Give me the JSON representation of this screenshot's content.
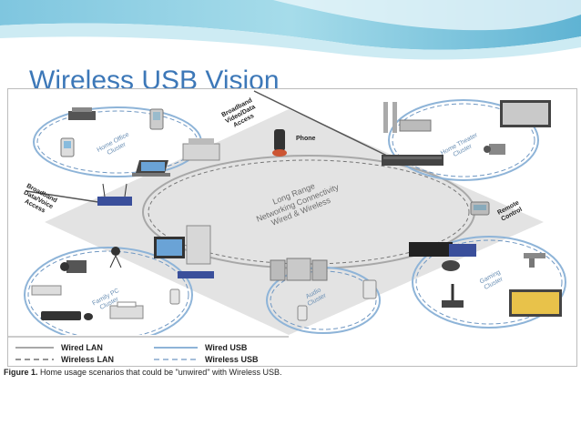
{
  "slide": {
    "title": "Wireless USB Vision"
  },
  "diagram": {
    "center_label_line1": "Long Range",
    "center_label_line2": "Networking Connectivity",
    "center_label_line3": "Wired & Wireless",
    "access_labels": {
      "broadband_video_data_line1": "Broadband",
      "broadband_video_data_line2": "Video/Data",
      "broadband_video_data_line3": "Access",
      "broadband_data_voice_line1": "Broadband",
      "broadband_data_voice_line2": "Data/Voice",
      "broadband_data_voice_line3": "Access"
    },
    "device_labels": {
      "phone": "Phone",
      "remote_control_line1": "Remote",
      "remote_control_line2": "Control"
    },
    "clusters": {
      "home_office_line1": "Home Office",
      "home_office_line2": "Cluster",
      "home_theater_line1": "Home Theater",
      "home_theater_line2": "Cluster",
      "family_pc_line1": "Family PC",
      "family_pc_line2": "Cluster",
      "audio_line1": "Audio",
      "audio_line2": "Cluster",
      "gaming_line1": "Gaming",
      "gaming_line2": "Cluster"
    },
    "legend": {
      "wired_lan": "Wired LAN",
      "wireless_lan": "Wireless LAN",
      "wired_usb": "Wired USB",
      "wireless_usb": "Wireless USB"
    },
    "colors": {
      "wired_lan": "#a8a8a8",
      "wireless_lan": "#666666",
      "wired_usb": "#8eb4d8",
      "wireless_usb": "#6f97c2",
      "diamond": "#e3e3e3"
    }
  },
  "caption": {
    "prefix": "Figure 1.",
    "text": " Home usage scenarios that could be \"unwired\" with Wireless USB."
  }
}
